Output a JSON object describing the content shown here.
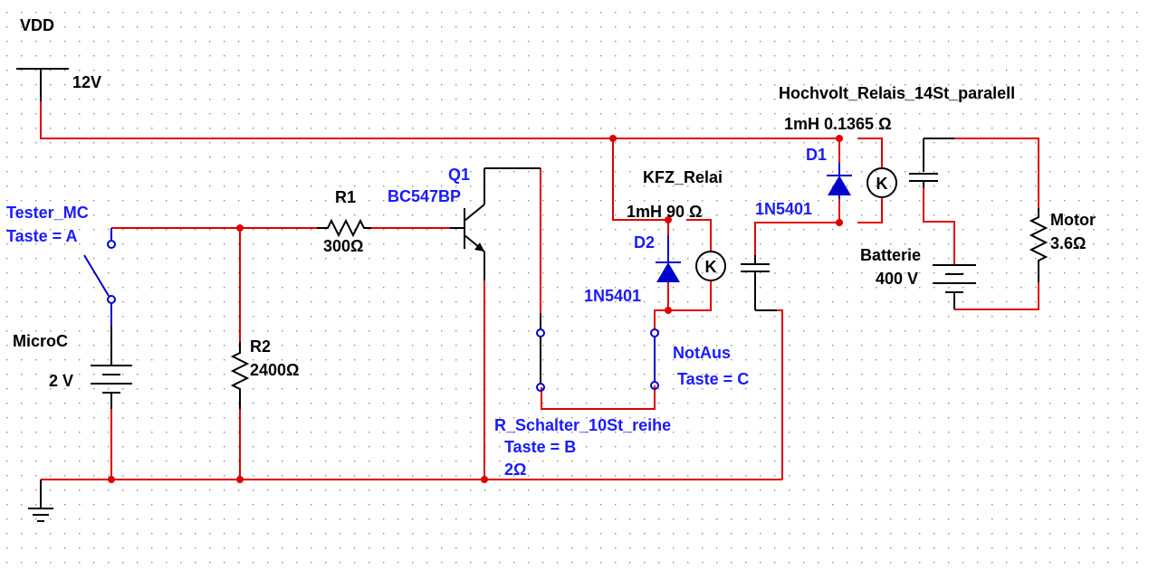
{
  "colors": {
    "wire": "#e00000",
    "component": "#000000",
    "blue_component": "#0000cc",
    "label_black": "#000000",
    "label_blue": "#1a1aff",
    "grid_dot": "#8c8c8c",
    "background": "#ffffff"
  },
  "labels": {
    "vdd": "VDD",
    "vdd_value": "12V",
    "tester": "Tester_MC",
    "tester_key": "Taste = A",
    "microc": "MicroC",
    "microc_value": "2 V",
    "r1": "R1",
    "r1_value": "300Ω",
    "r2": "R2",
    "r2_value": "2400Ω",
    "q1": "Q1",
    "q1_model": "BC547BP",
    "kfz_relay": "KFZ_Relai",
    "kfz_relay_value": "1mH 90 Ω",
    "d2": "D2",
    "d2_model": "1N5401",
    "notaus": "NotAus",
    "notaus_key": "Taste = C",
    "r_schalter": "R_Schalter_10St_reihe",
    "r_schalter_key": "Taste = B",
    "r_schalter_value": "2Ω",
    "hv_relay": "Hochvolt_Relais_14St_paralell",
    "hv_relay_value": "1mH 0.1365 Ω",
    "d1": "D1",
    "d1_model": "1N5401",
    "battery": "Batterie",
    "battery_value": "400 V",
    "motor": "Motor",
    "motor_value": "3.6Ω",
    "relay_coil_symbol": "K"
  },
  "icons": {
    "ground": "ground-icon",
    "vdd": "vdd-rail-icon",
    "battery": "battery-icon",
    "resistor": "resistor-icon",
    "diode": "diode-icon",
    "transistor": "npn-transistor-icon",
    "relay_coil": "relay-coil-icon",
    "relay_contact": "relay-contact-icon",
    "switch": "pushbutton-switch-icon"
  }
}
